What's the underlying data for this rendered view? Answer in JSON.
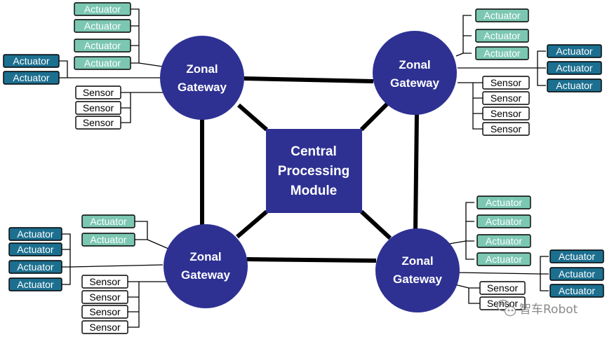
{
  "colors": {
    "node": "#2e3192",
    "actuator_light": "#7cc7b2",
    "actuator_dark": "#1c6f8f",
    "sensor": "#ffffff",
    "line": "#000000"
  },
  "central": {
    "line1": "Central",
    "line2": "Processing",
    "line3": "Module"
  },
  "zones": [
    {
      "line1": "Zonal",
      "line2": "Gateway"
    },
    {
      "line1": "Zonal",
      "line2": "Gateway"
    },
    {
      "line1": "Zonal",
      "line2": "Gateway"
    },
    {
      "line1": "Zonal",
      "line2": "Gateway"
    }
  ],
  "labels": {
    "actuator": "Actuator",
    "sensor": "Sensor"
  },
  "watermark": {
    "text": "智车Robot",
    "icon": "wechat-icon"
  }
}
